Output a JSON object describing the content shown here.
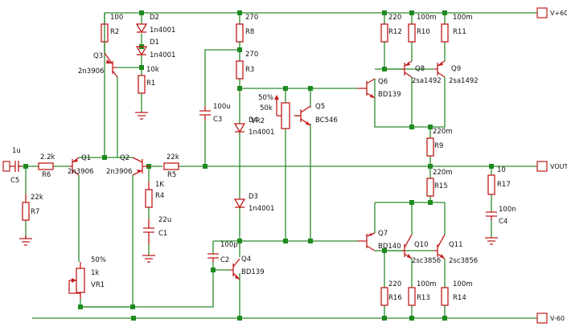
{
  "rails": {
    "vplus": "V+60",
    "vminus": "V-60",
    "vout": "VOUT"
  },
  "components": {
    "C5": {
      "ref": "C5",
      "value": "1u"
    },
    "R6": {
      "ref": "R6",
      "value": "2.2k"
    },
    "R7": {
      "ref": "R7",
      "value": "22k"
    },
    "Q1": {
      "ref": "Q1",
      "part": "2n3906"
    },
    "Q2": {
      "ref": "Q2",
      "part": "2n3906"
    },
    "R5": {
      "ref": "R5",
      "value": "22k"
    },
    "R4": {
      "ref": "R4",
      "value": "1K"
    },
    "C1": {
      "ref": "C1",
      "value": "22u"
    },
    "VR1": {
      "ref": "VR1",
      "value": "1k",
      "pct": "50%"
    },
    "R2": {
      "ref": "R2",
      "value": "100"
    },
    "D2": {
      "ref": "D2",
      "part": "1n4001"
    },
    "D1": {
      "ref": "D1",
      "part": "1n4001"
    },
    "R1": {
      "ref": "R1",
      "value": "10k"
    },
    "Q3": {
      "ref": "Q3",
      "part": "2n3906"
    },
    "R8": {
      "ref": "R8",
      "value": "270"
    },
    "R3": {
      "ref": "R3",
      "value": "270"
    },
    "C3": {
      "ref": "C3",
      "value": "100u"
    },
    "D4": {
      "ref": "D4",
      "part": "1n4001"
    },
    "VR2": {
      "ref": "VR2",
      "value": "50k",
      "pct": "50%"
    },
    "Q5": {
      "ref": "Q5",
      "part": "BC546"
    },
    "D3": {
      "ref": "D3",
      "part": "1n4001"
    },
    "C2": {
      "ref": "C2",
      "value": "100p"
    },
    "Q4": {
      "ref": "Q4",
      "part": "BD139"
    },
    "R12": {
      "ref": "R12",
      "value": "220"
    },
    "R10": {
      "ref": "R10",
      "value": "100m"
    },
    "R11": {
      "ref": "R11",
      "value": "100m"
    },
    "Q6": {
      "ref": "Q6",
      "part": "BD139"
    },
    "Q8": {
      "ref": "Q8",
      "part": "2sa1492"
    },
    "Q9": {
      "ref": "Q9",
      "part": "2sa1492"
    },
    "R9": {
      "ref": "R9",
      "value": "220m"
    },
    "R15": {
      "ref": "R15",
      "value": "220m"
    },
    "Q7": {
      "ref": "Q7",
      "part": "BD140"
    },
    "Q10": {
      "ref": "Q10",
      "part": "2sc3856"
    },
    "Q11": {
      "ref": "Q11",
      "part": "2sc3856"
    },
    "R16": {
      "ref": "R16",
      "value": "220"
    },
    "R13": {
      "ref": "R13",
      "value": "100m"
    },
    "R14": {
      "ref": "R14",
      "value": "100m"
    },
    "R17": {
      "ref": "R17",
      "value": "10"
    },
    "C4": {
      "ref": "C4",
      "value": "100n"
    }
  }
}
